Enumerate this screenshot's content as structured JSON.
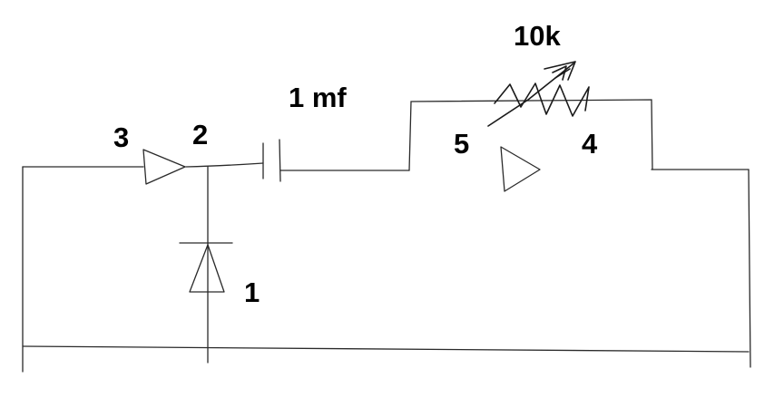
{
  "labels": {
    "node_3": "3",
    "node_2": "2",
    "node_1": "1",
    "node_5": "5",
    "node_4": "4",
    "capacitor_value": "1 mf",
    "resistor_value": "10k"
  },
  "colors": {
    "background": "#ffffff",
    "ink": "#000000"
  }
}
